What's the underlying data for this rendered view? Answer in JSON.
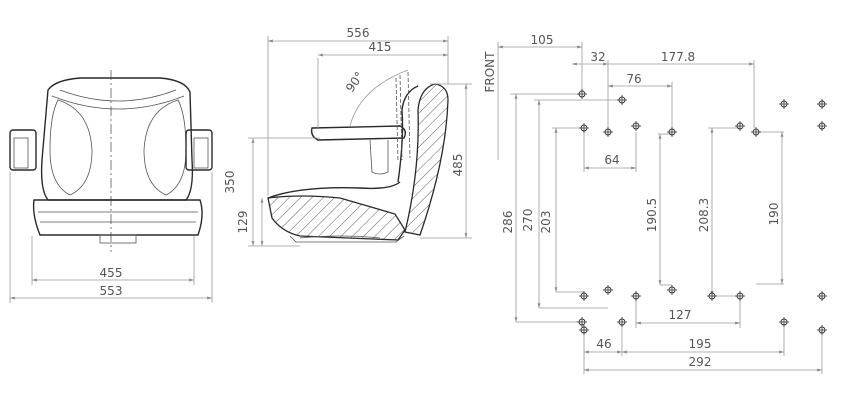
{
  "front_view": {
    "dim_inner_width": "455",
    "dim_outer_width": "553"
  },
  "side_view": {
    "dim_total_depth": "556",
    "dim_depth_415": "415",
    "dim_angle": "90°",
    "dim_height_350": "350",
    "dim_height_129": "129",
    "dim_height_485": "485"
  },
  "mount_plan": {
    "front_label": "FRONT",
    "dim_105": "105",
    "dim_32": "32",
    "dim_177_8": "177.8",
    "dim_76": "76",
    "dim_64": "64",
    "dim_286": "286",
    "dim_270": "270",
    "dim_203": "203",
    "dim_190_5": "190.5",
    "dim_208_3": "208.3",
    "dim_190": "190",
    "dim_127": "127",
    "dim_46": "46",
    "dim_195": "195",
    "dim_292": "292"
  }
}
